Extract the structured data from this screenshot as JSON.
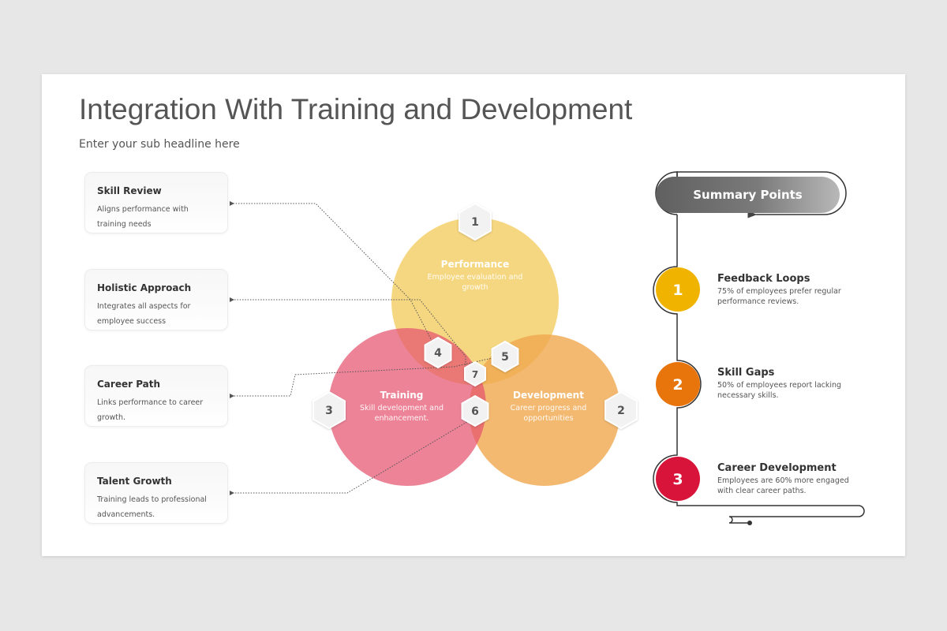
{
  "header": {
    "title": "Integration With Training and Development",
    "subtitle": "Enter your sub headline here"
  },
  "cards": [
    {
      "title": "Skill Review",
      "desc": "Aligns performance with training needs"
    },
    {
      "title": "Holistic Approach",
      "desc": "Integrates all aspects for employee success"
    },
    {
      "title": "Career Path",
      "desc": "Links performance to career growth."
    },
    {
      "title": "Talent Growth",
      "desc": "Training leads to professional advancements."
    }
  ],
  "venn": {
    "performance": {
      "title": "Performance",
      "desc": "Employee evaluation and growth",
      "color": "#f4cd62"
    },
    "development": {
      "title": "Development",
      "desc": "Career progress and opportunities",
      "color": "#f0a84e"
    },
    "training": {
      "title": "Training",
      "desc": "Skill development and enhancement.",
      "color": "#e4536f"
    },
    "badges": [
      "1",
      "2",
      "3",
      "4",
      "5",
      "6",
      "7"
    ]
  },
  "summary": {
    "heading": "Summary Points",
    "points": [
      {
        "number": "1",
        "title": "Feedback Loops",
        "desc": "75% of employees prefer regular performance reviews.",
        "color": "#f0b400"
      },
      {
        "number": "2",
        "title": "Skill Gaps",
        "desc": "50% of employees report lacking necessary skills.",
        "color": "#e8740c"
      },
      {
        "number": "3",
        "title": "Career Development",
        "desc": "Employees are 60% more engaged with clear career paths.",
        "color": "#d9143a"
      }
    ]
  }
}
